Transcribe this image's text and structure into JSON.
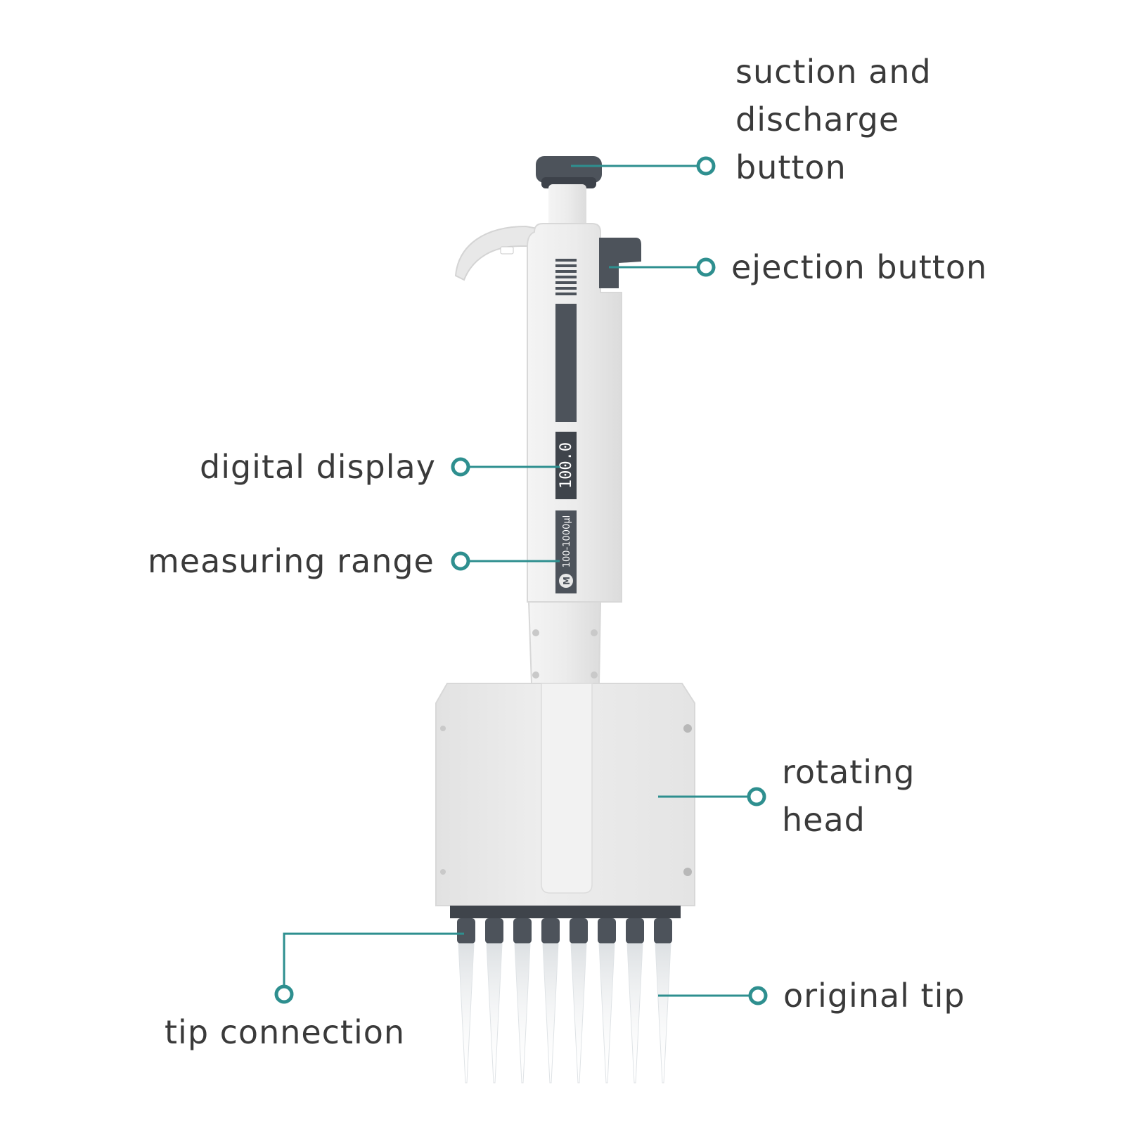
{
  "diagram": {
    "accent_color": "#2e8f8f",
    "body_color": "#eeeeee",
    "dark_color": "#4a5058",
    "callouts": {
      "suction": [
        "suction and",
        "discharge",
        "button"
      ],
      "ejection": "ejection button",
      "digital_display": "digital display",
      "measuring_range": "measuring range",
      "rotating_head": [
        "rotating",
        "head"
      ],
      "tip_connection": "tip connection",
      "original_tip": "original tip"
    },
    "device": {
      "display_reading": "100.0",
      "range_text": "100-1000μl",
      "range_badge": "M",
      "channel_count": 8
    }
  }
}
